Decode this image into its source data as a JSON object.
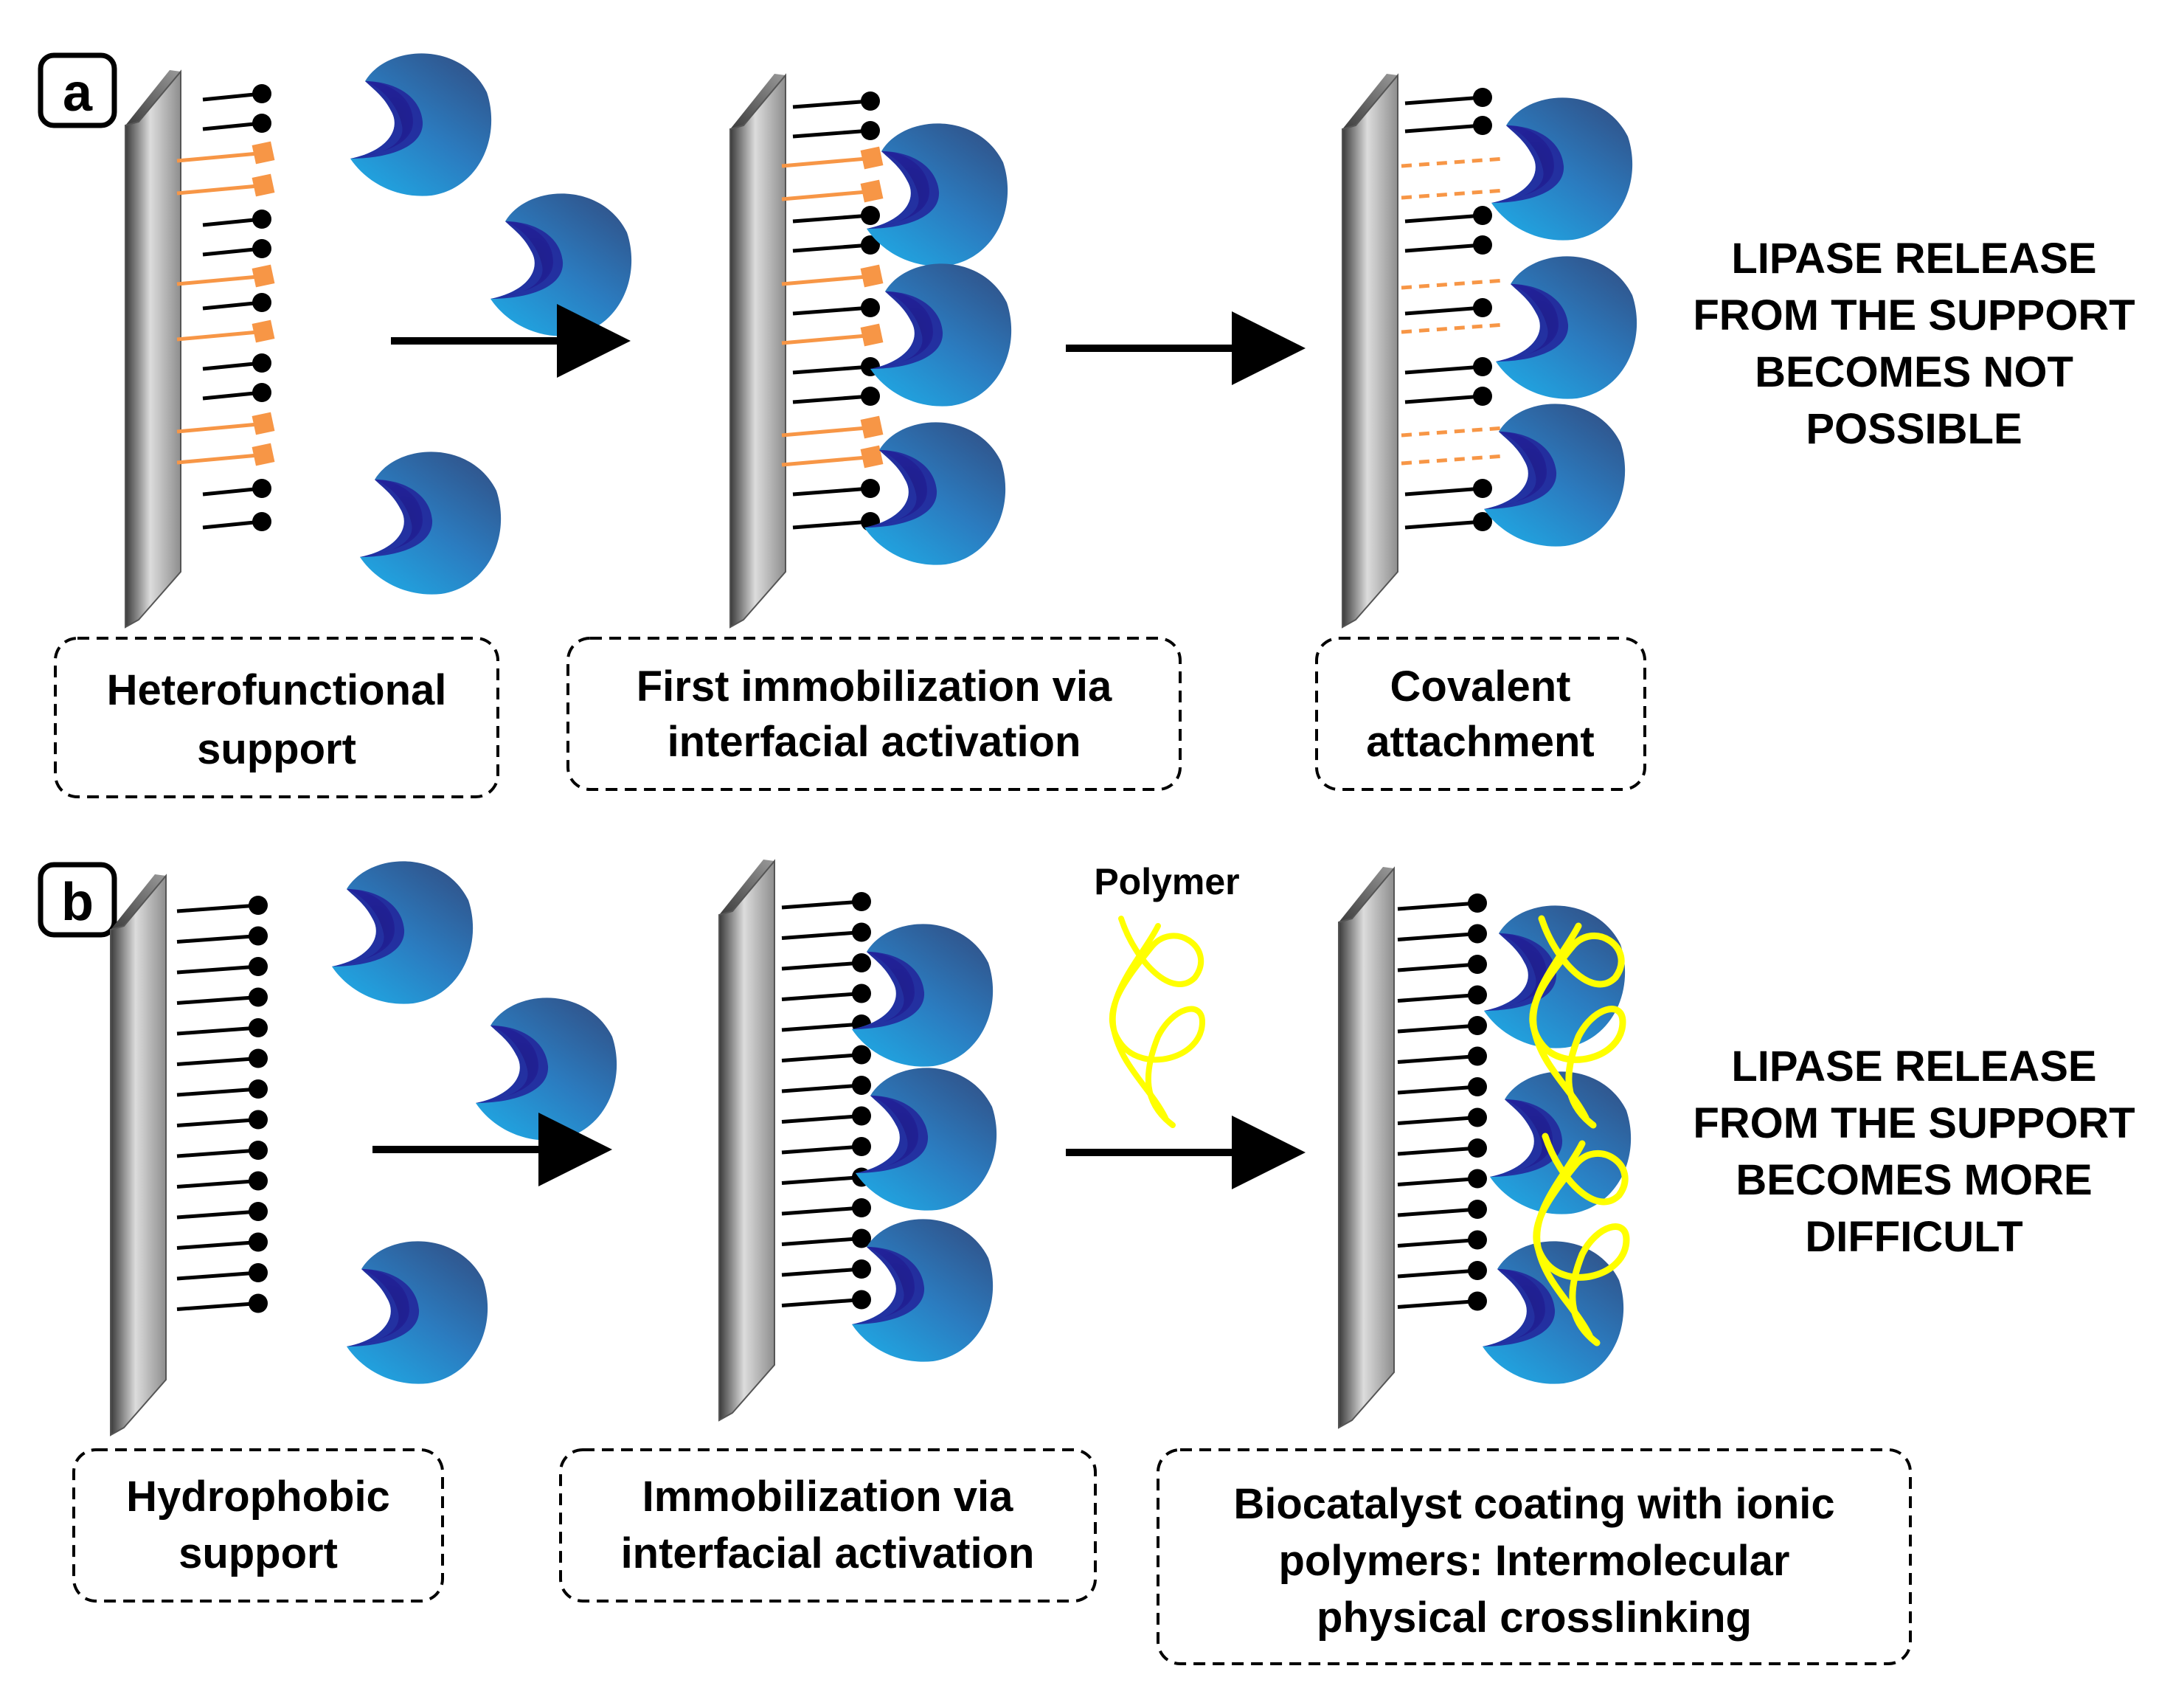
{
  "panels": {
    "a": {
      "label": "a",
      "captions": {
        "step1": [
          "Heterofunctional",
          "support"
        ],
        "step2": [
          "First immobilization via",
          "interfacial activation"
        ],
        "step3": [
          "Covalent",
          "attachment"
        ]
      },
      "result": [
        "LIPASE RELEASE",
        "FROM THE SUPPORT",
        "BECOMES NOT",
        "POSSIBLE"
      ]
    },
    "b": {
      "label": "b",
      "polymer_label": "Polymer",
      "captions": {
        "step1": [
          "Hydrophobic",
          "support"
        ],
        "step2": [
          "Immobilization via",
          "interfacial activation"
        ],
        "step3": [
          "Biocatalyst coating with ionic",
          "polymers: Intermolecular",
          "physical crosslinking"
        ]
      },
      "result": [
        "LIPASE RELEASE",
        "FROM THE SUPPORT",
        "BECOMES MORE",
        "DIFFICULT"
      ]
    }
  },
  "colors": {
    "hydrophobic_group": "#000000",
    "reactive_group": "#f79646",
    "polymer": "#ffff00",
    "enzyme_light": "#1eaee8",
    "enzyme_dark": "#2f5f9a",
    "active_site": "#1a1a7a"
  },
  "icons": {
    "support": "support-plate",
    "enzyme": "lipase-enzyme",
    "arrow": "arrow-right",
    "polymer": "polymer-chain"
  }
}
